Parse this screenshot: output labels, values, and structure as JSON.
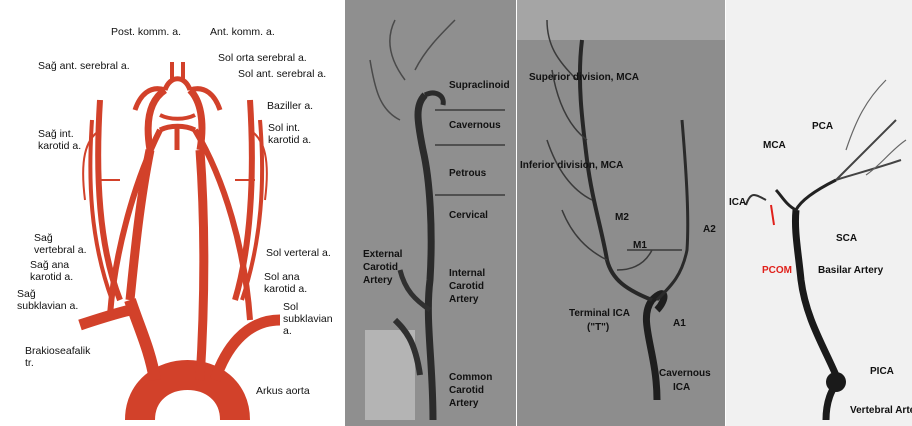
{
  "panel1": {
    "labels": {
      "post_komm": "Post. komm. a.",
      "ant_komm": "Ant. komm. a.",
      "sag_ant_serebral": "Sağ ant. serebral a.",
      "sol_orta_serebral": "Sol orta serebral a.",
      "sol_ant_serebral": "Sol ant. serebral a.",
      "baziller": "Baziller a.",
      "sag_int_karotid_1": "Sağ int.",
      "sag_int_karotid_2": "karotid a.",
      "sol_int_karotid_1": "Sol int.",
      "sol_int_karotid_2": "karotid a.",
      "sag_vertebral_1": "Sağ",
      "sag_vertebral_2": "vertebral a.",
      "sol_verteral": "Sol verteral a.",
      "sag_ana_karotid_1": "Sağ ana",
      "sag_ana_karotid_2": "karotid a.",
      "sol_ana_karotid_1": "Sol ana",
      "sol_ana_karotid_2": "karotid a.",
      "sag_subklavian_1": "Sağ",
      "sag_subklavian_2": "subklavian a.",
      "sol_subklavian_1": "Sol",
      "sol_subklavian_2": "subklavian",
      "sol_subklavian_3": "a.",
      "brakiosefalik_1": "Brakioseafalik",
      "brakiosefalik_2": "tr.",
      "arkus_aorta": "Arkus aorta"
    }
  },
  "panel2": {
    "labels": {
      "supraclinoid": "Supraclinoid",
      "cavernous": "Cavernous",
      "petrous": "Petrous",
      "cervical": "Cervical",
      "external_1": "External",
      "external_2": "Carotid",
      "external_3": "Artery",
      "internal_1": "Internal",
      "internal_2": "Carotid",
      "internal_3": "Artery",
      "common_1": "Common",
      "common_2": "Carotid",
      "common_3": "Artery"
    }
  },
  "panel3": {
    "labels": {
      "superior_mca": "Superior division, MCA",
      "inferior_mca": "Inferior division, MCA",
      "m2": "M2",
      "m1": "M1",
      "a2": "A2",
      "a1": "A1",
      "terminal_ica_1": "Terminal ICA",
      "terminal_ica_2": "(\"T\")",
      "cavernous_ica_1": "Cavernous",
      "cavernous_ica_2": "ICA"
    }
  },
  "panel4": {
    "labels": {
      "mca": "MCA",
      "pca": "PCA",
      "ica": "ICA",
      "sca": "SCA",
      "pcom": "PCOM",
      "basilar": "Basilar Artery",
      "pica": "PICA",
      "vertebral": "Vertebral Artery"
    },
    "highlight_color": "#e0201a"
  }
}
